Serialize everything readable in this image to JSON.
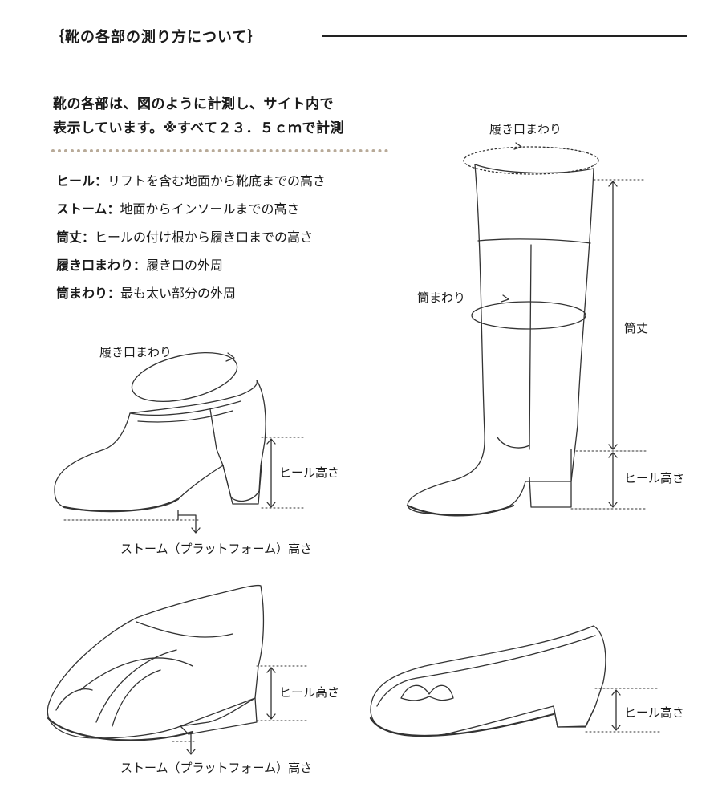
{
  "header": {
    "title": "｛靴の各部の測り方について｝"
  },
  "intro": {
    "line1": "靴の各部は、図のように計測し、サイト内で",
    "line2": "表示しています。※すべて２３．５ｃｍで計測"
  },
  "definitions": [
    {
      "term": "ヒール：",
      "text": "リフトを含む地面から靴底までの高さ"
    },
    {
      "term": "ストーム：",
      "text": "地面からインソールまでの高さ"
    },
    {
      "term": "筒丈：",
      "text": "ヒールの付け根から履き口までの高さ"
    },
    {
      "term": "履き口まわり：",
      "text": "履き口の外周"
    },
    {
      "term": "筒まわり：",
      "text": "最も太い部分の外周"
    }
  ],
  "labels": {
    "bootie_opening": "履き口まわり",
    "bootie_heel": "ヒール高さ",
    "bootie_stome": "ストーム（プラットフォーム）高さ",
    "boot_opening": "履き口まわり",
    "boot_shaft_circ": "筒まわり",
    "boot_shaft_height": "筒丈",
    "boot_heel": "ヒール高さ",
    "sandal_heel": "ヒール高さ",
    "sandal_stome": "ストーム（プラットフォーム）高さ",
    "pump_heel": "ヒール高さ"
  },
  "colors": {
    "line": "#333333",
    "dots": "#b8aa98"
  },
  "icons": [
    "arrow-icon",
    "measure-arrow-icon"
  ]
}
